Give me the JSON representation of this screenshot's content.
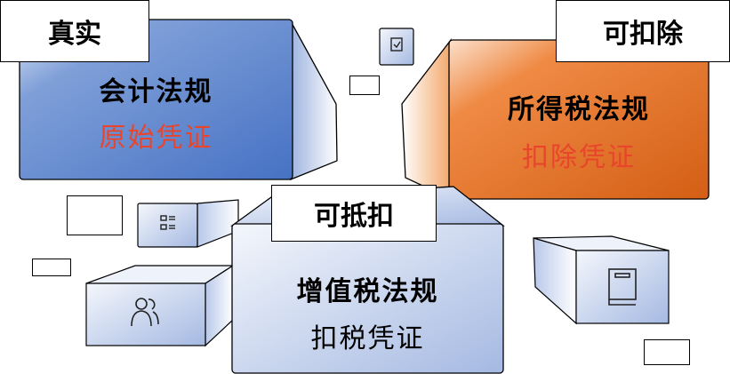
{
  "blocks": [
    {
      "tag": "真实",
      "title": "会计法规",
      "subtitle": "原始凭证",
      "subtitle_color": "#E8452C"
    },
    {
      "tag": "可扣除",
      "title": "所得税法规",
      "subtitle": "扣除凭证",
      "subtitle_color": "#E8452C"
    },
    {
      "tag": "可抵扣",
      "title": "增值税法规",
      "subtitle": "扣税凭证",
      "subtitle_color": "#000000"
    }
  ],
  "icons": [
    "checklist-icon",
    "list-icon",
    "users-icon",
    "clipboard-icon"
  ],
  "colors": {
    "blue": "#4A74C4",
    "orange": "#E06A1E",
    "light_blue": "#A9BCE3"
  }
}
